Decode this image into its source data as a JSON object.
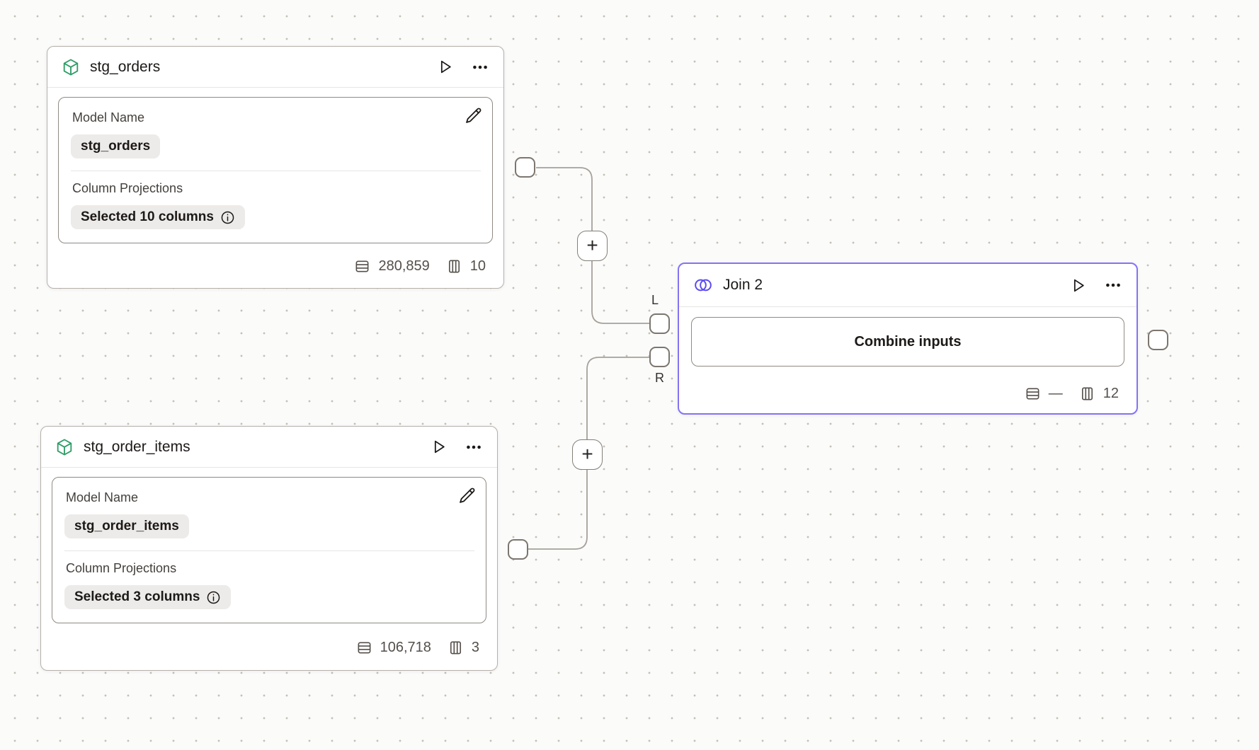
{
  "ports": {
    "left_label": "L",
    "right_label": "R",
    "add_button_label": "+"
  },
  "nodes": {
    "stg_orders": {
      "title": "stg_orders",
      "model_name_label": "Model Name",
      "model_name_value": "stg_orders",
      "column_projections_label": "Column Projections",
      "column_projections_value": "Selected 10 columns",
      "row_count": "280,859",
      "column_count": "10"
    },
    "stg_order_items": {
      "title": "stg_order_items",
      "model_name_label": "Model Name",
      "model_name_value": "stg_order_items",
      "column_projections_label": "Column Projections",
      "column_projections_value": "Selected 3 columns",
      "row_count": "106,718",
      "column_count": "3"
    },
    "join_2": {
      "title": "Join 2",
      "combine_button_label": "Combine inputs",
      "row_count": "—",
      "column_count": "12"
    }
  },
  "colors": {
    "model_icon_green": "#2e9d66",
    "join_icon_purple": "#5a4bf0",
    "selected_node_border": "#8473f4",
    "edge_gray": "#a6a19b",
    "canvas_background": "#fbfbfa"
  }
}
